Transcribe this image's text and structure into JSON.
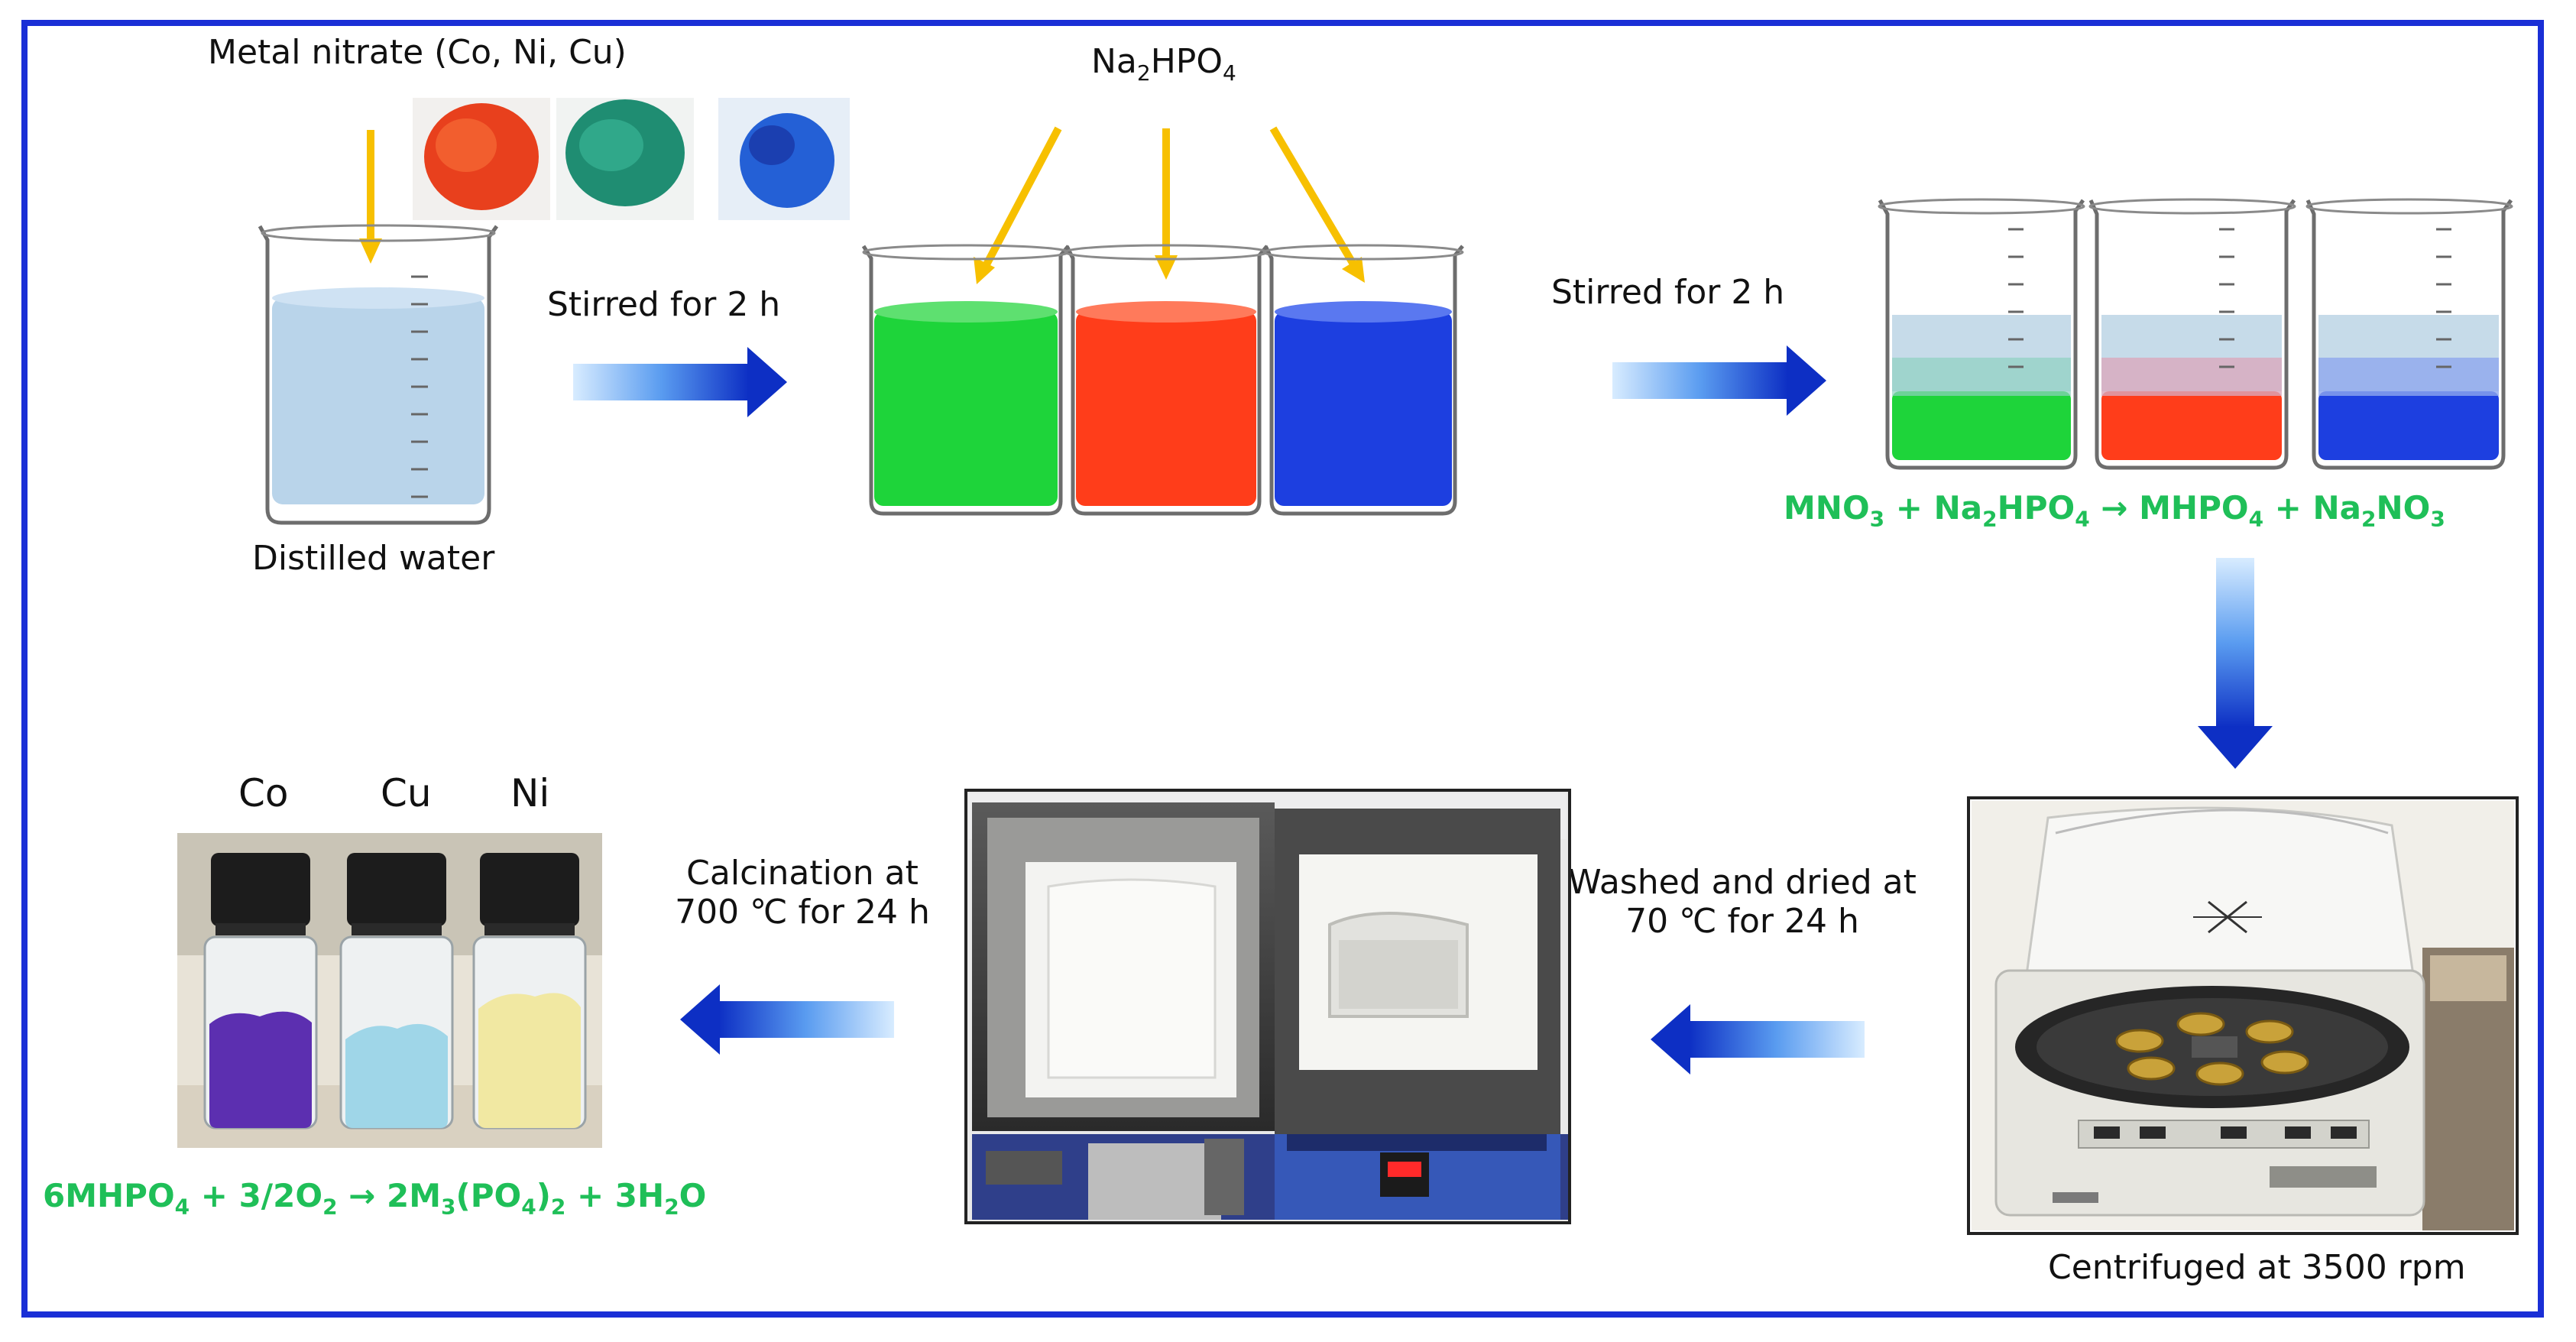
{
  "labels": {
    "metal_nitrate": "Metal nitrate (Co, Ni, Cu)",
    "na2hpo4_pre": "Na",
    "na2hpo4_sub": "2",
    "na2hpo4_mid": "HPO",
    "na2hpo4_sub2": "4",
    "distilled_water": "Distilled water",
    "stirred_1": "Stirred for 2 h",
    "stirred_2": "Stirred for 2 h",
    "centrifuged": "Centrifuged at 3500 rpm",
    "washed_line1": "Washed and dried at",
    "washed_line2": "70 ℃ for 24 h",
    "calcination_line1": "Calcination at",
    "calcination_line2": "700 ℃ for 24 h",
    "vial_co": "Co",
    "vial_cu": "Cu",
    "vial_ni": "Ni"
  },
  "equation_1": {
    "p1": "MNO",
    "s1": "3",
    "p2": " + Na",
    "s2": "2",
    "p3": "HPO",
    "s3": "4",
    "p4": " → MHPO",
    "s4": "4",
    "p5": " + Na",
    "s5": "2",
    "p6": "NO",
    "s6": "3"
  },
  "equation_2": {
    "p1": "6MHPO",
    "s1": "4",
    "p2": " + 3/2O",
    "s2": "2",
    "p3": " → 2M",
    "s3": "3",
    "p4": "(PO",
    "s4": "4",
    "p5": ")",
    "s5": "2",
    "p6": " + 3H",
    "s6": "2",
    "p7": "O"
  },
  "colors": {
    "frame": "#1a2fd6",
    "arrow_yellow": "#f7c000",
    "arrow_blue": "#1640c8",
    "equation_green": "#1fbf58",
    "solution_green": "#1ed43a",
    "solution_red": "#ff3d1a",
    "solution_blue": "#1d3fe0",
    "water": "#b9d4ea"
  },
  "icons": {
    "beaker": "beaker-icon",
    "arrow": "arrow-icon"
  }
}
